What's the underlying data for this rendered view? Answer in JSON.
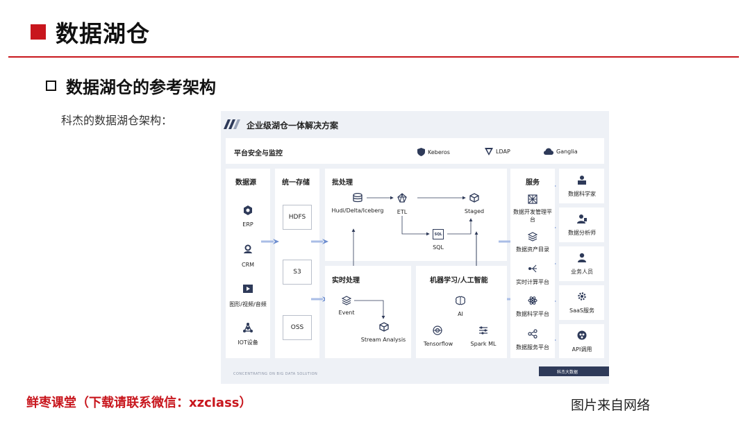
{
  "slide": {
    "title": "数据湖仓",
    "subtitle": "数据湖仓的参考架构",
    "caption": "科杰的数据湖仓架构：",
    "footer_left": "鲜枣课堂（下载请联系微信：xzclass）",
    "footer_right": "图片来自网络",
    "accent_color": "#c8161d"
  },
  "diagram": {
    "header": "企业级湖仓一体解决方案",
    "security": {
      "title": "平台安全与监控",
      "items": [
        {
          "label": "Keberos",
          "icon": "shield-icon"
        },
        {
          "label": "LDAP",
          "icon": "ldap-icon"
        },
        {
          "label": "Ganglia",
          "icon": "cloud-icon"
        }
      ]
    },
    "sources": {
      "title": "数据源",
      "items": [
        {
          "label": "ERP",
          "icon": "hexagon-icon"
        },
        {
          "label": "CRM",
          "icon": "people-gear-icon"
        },
        {
          "label": "图形/视频/音频",
          "icon": "video-icon"
        },
        {
          "label": "IOT设备",
          "icon": "network-icon"
        }
      ]
    },
    "storage": {
      "title": "统一存储",
      "items": [
        "HDFS",
        "S3",
        "OSS"
      ]
    },
    "batch": {
      "title": "批处理",
      "nodes": {
        "lake": "Hudi/Delta/Iceberg",
        "etl": "ETL",
        "staged": "Staged",
        "sql": "SQL",
        "sql_icon_text": "SQL"
      }
    },
    "realtime": {
      "title": "实时处理",
      "nodes": {
        "event": "Event",
        "stream": "Stream Analysis"
      }
    },
    "ml": {
      "title": "机器学习/人工智能",
      "nodes": {
        "ai": "AI",
        "tensorflow": "Tensorflow",
        "sparkml": "Spark ML"
      }
    },
    "services": {
      "title": "服务",
      "items": [
        {
          "label": "数据开发管理平台",
          "icon": "grid-icon"
        },
        {
          "label": "数据资产目录",
          "icon": "layers-icon"
        },
        {
          "label": "实时计算平台",
          "icon": "branch-icon"
        },
        {
          "label": "数据科学平台",
          "icon": "atom-icon"
        },
        {
          "label": "数据服务平台",
          "icon": "share-icon"
        }
      ]
    },
    "roles": [
      {
        "label": "数据科学家",
        "icon": "scientist-icon"
      },
      {
        "label": "数据分析师",
        "icon": "analyst-icon"
      },
      {
        "label": "业务人员",
        "icon": "user-icon"
      },
      {
        "label": "SaaS服务",
        "icon": "gear-icon"
      },
      {
        "label": "API调用",
        "icon": "api-icon"
      }
    ],
    "bottom_tagline": "CONCENTRATING ON BIG DATA SOLUTION",
    "logo_text": "科杰大数据",
    "icon_color": "#2e3a59",
    "arrow_color": "#5b7fc7"
  }
}
